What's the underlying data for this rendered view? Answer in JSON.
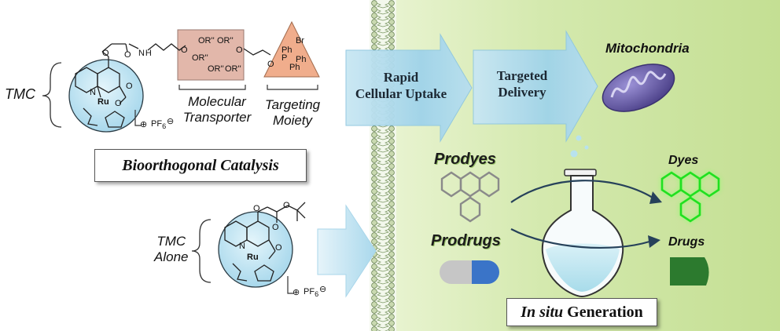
{
  "labels": {
    "tmc": "TMC",
    "tmc_alone_line1": "TMC",
    "tmc_alone_line2": "Alone",
    "molecular_transporter_line1": "Molecular",
    "molecular_transporter_line2": "Transporter",
    "targeting_moiety_line1": "Targeting",
    "targeting_moiety_line2": "Moiety",
    "bioorthogonal_catalysis": "Bioorthogonal Catalysis",
    "rapid_line1": "Rapid",
    "rapid_line2": "Cellular Uptake",
    "targeted_line1": "Targeted",
    "targeted_line2": "Delivery",
    "mitochondria": "Mitochondria",
    "prodyes": "Prodyes",
    "prodrugs": "Prodrugs",
    "dyes": "Dyes",
    "drugs": "Drugs",
    "in_situ_italic": "In situ",
    "in_situ_rest": " Generation"
  },
  "chem": {
    "n": "N",
    "ru": "Ru",
    "o": "O",
    "nh": "N H",
    "or2": "OR''",
    "br": "Br",
    "ph": "Ph",
    "p": "P",
    "pf6": "PF",
    "six": "6",
    "plus": "⊕",
    "minus": "⊖"
  },
  "colors": {
    "cell_green": "#cfe6a4",
    "arrow_blue": "#9fd3ea",
    "sphere_blue": "#bfe4f2",
    "transporter_fill": "#e3b9ad",
    "targeting_fill": "#f1b191",
    "mito_purple": "#6b5fa8",
    "dye_green": "#1fe01f",
    "drug_green": "#2c7a2e",
    "pill_gray": "#c8c8c8",
    "pill_blue": "#3a74c8"
  },
  "icons": [
    "membrane-icon",
    "mitochondria-icon",
    "flask-icon",
    "pill-icon",
    "drug-icon",
    "prodye-molecule-icon",
    "dye-molecule-icon"
  ]
}
